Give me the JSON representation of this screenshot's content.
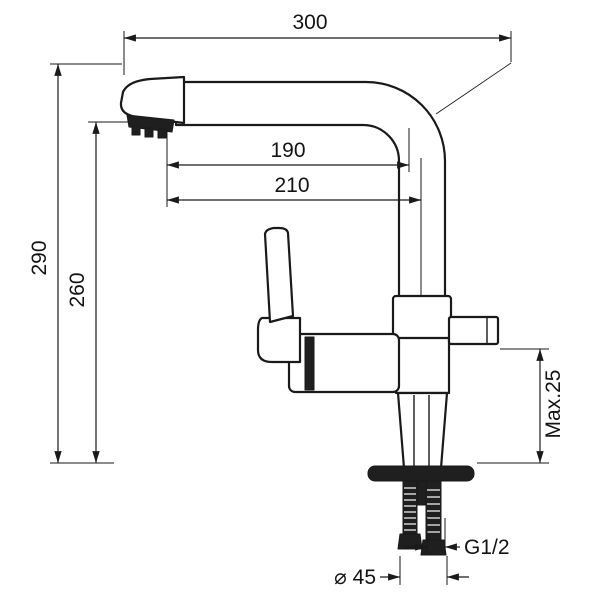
{
  "drawing": {
    "dimensions": {
      "top_span": "300",
      "spout_to_riser": "190",
      "spout_to_center": "210",
      "total_height": "290",
      "spout_height": "260",
      "max_mount_thickness": "Max.25",
      "thread_size": "G1/2",
      "hole_diameter": "⌀ 45"
    },
    "colors": {
      "line": "#1a1a1a",
      "dark_fill": "#1f1f1f",
      "background": "#ffffff"
    }
  }
}
